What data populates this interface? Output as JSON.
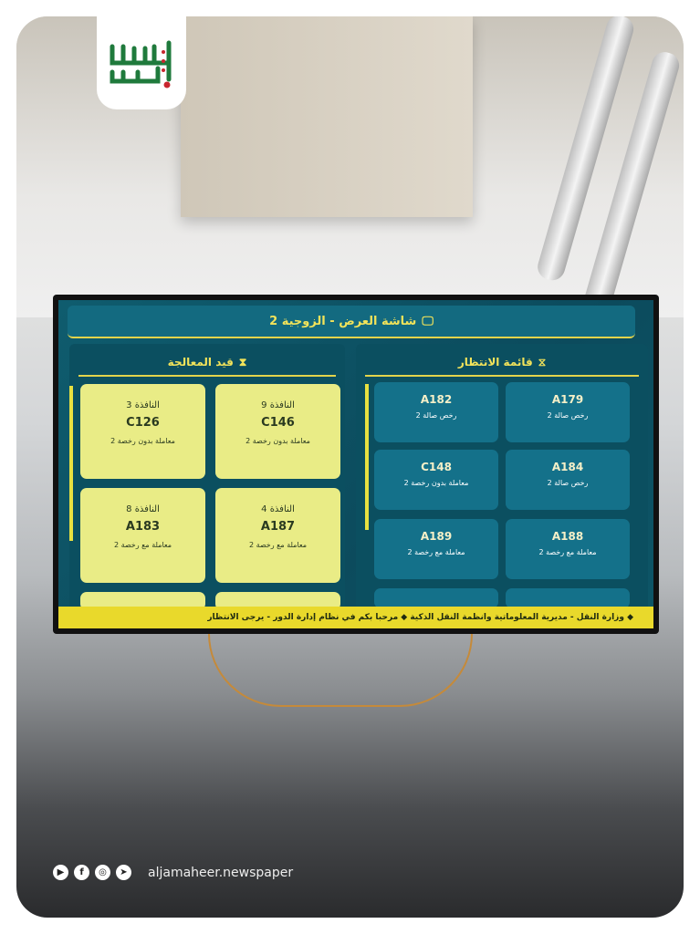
{
  "brand": {
    "logo_text": "الجماهير",
    "handle": "aljamaheer.newspaper",
    "social_icons": [
      "youtube-icon",
      "facebook-icon",
      "instagram-icon",
      "telegram-icon"
    ]
  },
  "display": {
    "title": "شاشة العرض - الزوجية 2",
    "processing": {
      "title": "قيد المعالجة",
      "cards": [
        {
          "window": "النافذة 3",
          "ticket": "C126",
          "service": "معاملة بدون رخصة 2"
        },
        {
          "window": "النافذة 9",
          "ticket": "C146",
          "service": "معاملة بدون رخصة 2"
        },
        {
          "window": "النافذة 8",
          "ticket": "A183",
          "service": "معاملة مع رخصة 2"
        },
        {
          "window": "النافذة 4",
          "ticket": "A187",
          "service": "معاملة مع رخصة 2"
        }
      ]
    },
    "waiting": {
      "title": "قائمة الانتظار",
      "cards": [
        {
          "ticket": "A182",
          "service": "رخص صالة 2"
        },
        {
          "ticket": "A179",
          "service": "رخص صالة 2"
        },
        {
          "ticket": "C148",
          "service": "معاملة بدون رخصة 2"
        },
        {
          "ticket": "A184",
          "service": "رخص صالة 2"
        },
        {
          "ticket": "A189",
          "service": "معاملة مع رخصة 2"
        },
        {
          "ticket": "A188",
          "service": "معاملة مع رخصة 2"
        }
      ]
    },
    "ticker": "◆ وزارة النقل - مديرية المعلوماتية وانظمة النقل الذكية ◆ مرحبا بكم في نظام إدارة الدور - يرجى الانتظار"
  },
  "colors": {
    "screen": "#0c4b5d",
    "accent": "#e9d92b",
    "card_yellow": "#e9ec86",
    "card_blue": "#14718a",
    "logo_green": "#1f7a3c",
    "logo_red": "#c8262e"
  }
}
